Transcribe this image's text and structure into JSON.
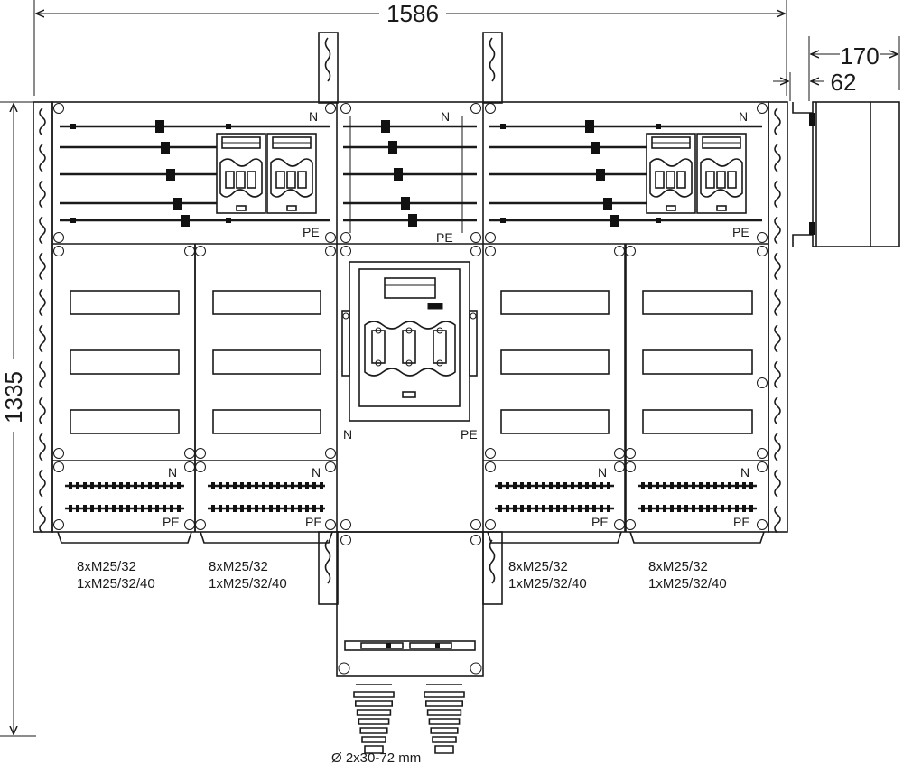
{
  "dimensions": {
    "width": "1586",
    "height": "1335",
    "depth": "170",
    "offset": "62"
  },
  "labels": {
    "neutral": "N",
    "protective_earth": "PE"
  },
  "module_specs": [
    {
      "line1": "8xM25/32",
      "line2": "1xM25/32/40"
    },
    {
      "line1": "8xM25/32",
      "line2": "1xM25/32/40"
    },
    {
      "line1": "8xM25/32",
      "line2": "1xM25/32/40"
    },
    {
      "line1": "8xM25/32",
      "line2": "1xM25/32/40"
    }
  ],
  "cable_entry": "Ø 2x30-72 mm",
  "colors": {
    "line": "#1a1a1a",
    "background": "#ffffff"
  }
}
